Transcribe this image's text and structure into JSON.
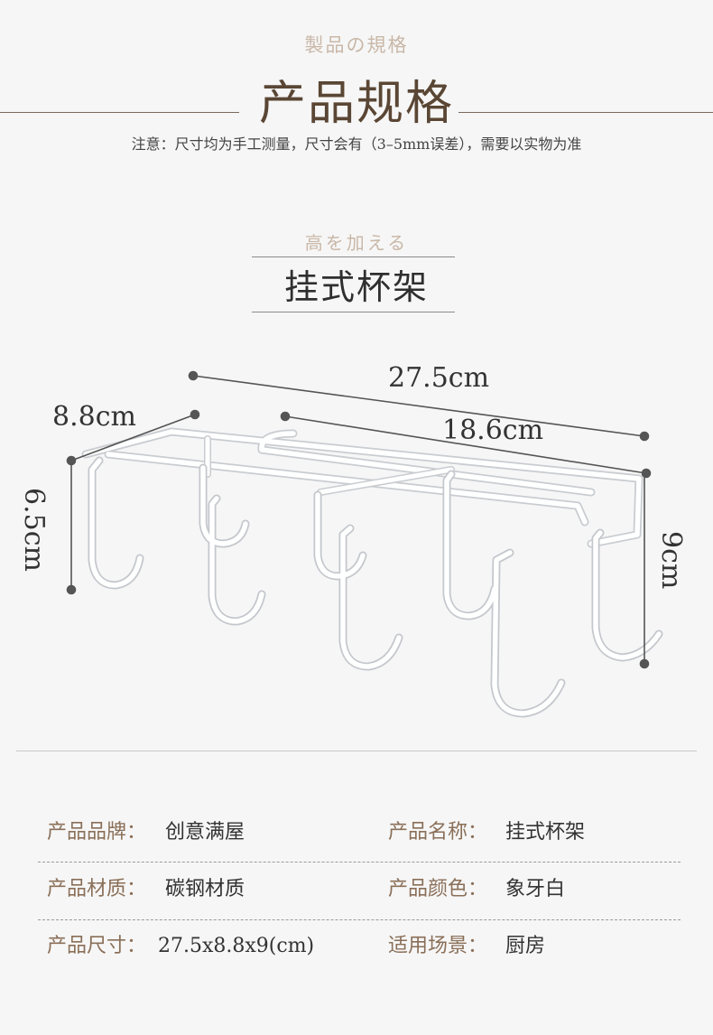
{
  "header": {
    "subtitle_jp": "製品の規格",
    "title": "产品规格",
    "notice": "注意：尺寸均为手工测量，尺寸会有（3–5mm误差），需要以实物为准"
  },
  "section": {
    "subtitle_jp": "高を加える",
    "title": "挂式杯架"
  },
  "dimensions": {
    "length_total": "27.5cm",
    "length_inner": "18.6cm",
    "depth": "8.8cm",
    "height_left": "6.5cm",
    "height_right": "9cm"
  },
  "specs": [
    {
      "label": "产品品牌：",
      "value": "创意满屋"
    },
    {
      "label": "产品名称：",
      "value": "挂式杯架"
    },
    {
      "label": "产品材质：",
      "value": "碳钢材质"
    },
    {
      "label": "产品颜色：",
      "value": "象牙白"
    },
    {
      "label": "产品尺寸：",
      "value": "27.5x8.8x9(cm)"
    },
    {
      "label": "适用场景：",
      "value": "厨房"
    }
  ],
  "colors": {
    "background": "#f6f6f6",
    "title_brown": "#5a4634",
    "label_brown": "#8a6f58",
    "subtitle_tan": "#c9b8a8"
  }
}
